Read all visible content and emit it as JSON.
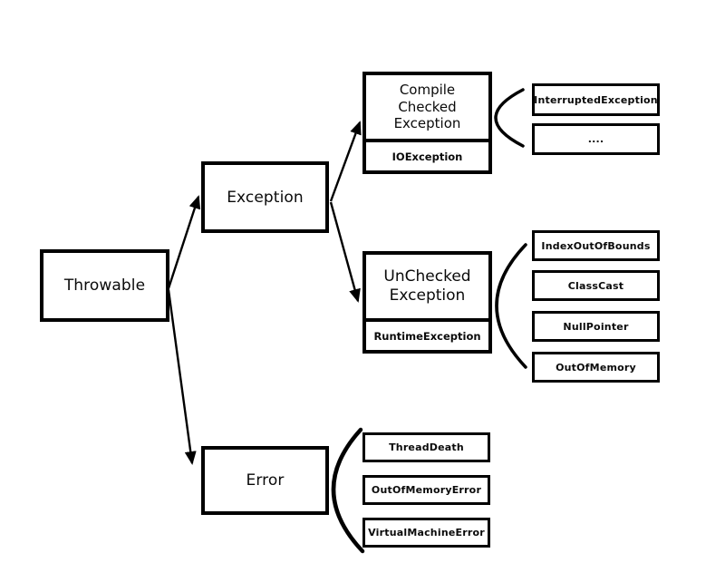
{
  "diagram": {
    "nodes": {
      "throwable": {
        "label": "Throwable"
      },
      "exception": {
        "label": "Exception"
      },
      "compile_checked": {
        "label": "Compile Checked Exception",
        "subtype_label": "IOException"
      },
      "unchecked": {
        "label": "UnChecked Exception",
        "subtype_label": "RuntimeException"
      },
      "error": {
        "label": "Error"
      }
    },
    "example_lists": {
      "checked": [
        "InterruptedException",
        "...."
      ],
      "unchecked": [
        "IndexOutOfBounds",
        "ClassCast",
        "NullPointer",
        "OutOfMemory"
      ],
      "error": [
        "ThreadDeath",
        "OutOfMemoryError",
        "VirtualMachineError"
      ]
    },
    "colors": {
      "stroke": "#000000",
      "background": "#ffffff"
    }
  }
}
